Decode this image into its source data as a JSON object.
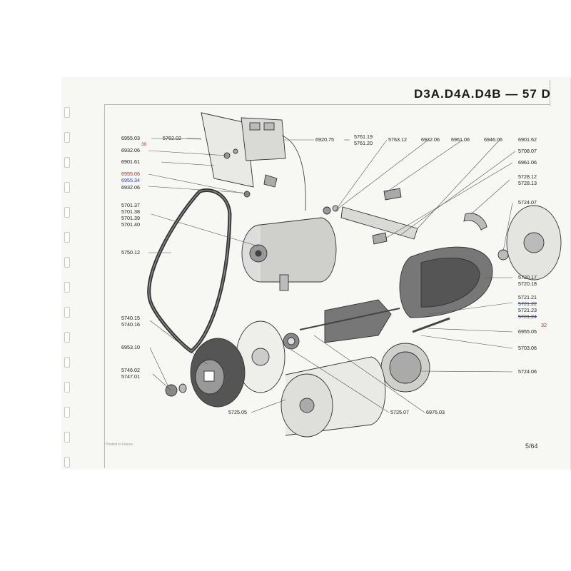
{
  "header": {
    "title": "D3A.D4A.D4B — 57 D"
  },
  "footer": {
    "printed": "Printed in France",
    "page": "5/64"
  },
  "labels_left": [
    {
      "id": "l1",
      "text": "6955.03"
    },
    {
      "id": "l2",
      "text": "5762.02"
    },
    {
      "id": "l3",
      "text": "6932.06",
      "note": "30"
    },
    {
      "id": "l4",
      "text": "6901.61"
    },
    {
      "id": "l5",
      "text": "6955.06",
      "note": "6955.34"
    },
    {
      "id": "l6",
      "text": "6932.06"
    },
    {
      "id": "l7a",
      "text": "5701.37"
    },
    {
      "id": "l7b",
      "text": "5701.38"
    },
    {
      "id": "l7c",
      "text": "5701.39"
    },
    {
      "id": "l7d",
      "text": "5701.40"
    },
    {
      "id": "l8",
      "text": "5750.12"
    },
    {
      "id": "l9a",
      "text": "5740.15"
    },
    {
      "id": "l9b",
      "text": "5740.16"
    },
    {
      "id": "l10",
      "text": "6953.10"
    },
    {
      "id": "l11a",
      "text": "5746.02"
    },
    {
      "id": "l11b",
      "text": "5747.01"
    }
  ],
  "labels_top": [
    {
      "id": "t1",
      "text": "6920.75"
    },
    {
      "id": "t2a",
      "text": "5761.19"
    },
    {
      "id": "t2b",
      "text": "5761.20"
    },
    {
      "id": "t3",
      "text": "5763.12"
    },
    {
      "id": "t4",
      "text": "6932.06"
    },
    {
      "id": "t5",
      "text": "6961.06"
    },
    {
      "id": "t6",
      "text": "6946.06"
    },
    {
      "id": "t7",
      "text": "6901.62"
    },
    {
      "id": "t8",
      "text": "5708.07"
    },
    {
      "id": "t9",
      "text": "6961.06"
    },
    {
      "id": "t10a",
      "text": "5728.12"
    },
    {
      "id": "t10b",
      "text": "5728.13"
    }
  ],
  "labels_right": [
    {
      "id": "r1",
      "text": "5724.07"
    },
    {
      "id": "r2a",
      "text": "5720.17"
    },
    {
      "id": "r2b",
      "text": "5720.18"
    },
    {
      "id": "r3a",
      "text": "5721.21"
    },
    {
      "id": "r3b",
      "text": "5721.22"
    },
    {
      "id": "r3c",
      "text": "5721.23"
    },
    {
      "id": "r3d",
      "text": "5721.24"
    },
    {
      "id": "r4",
      "text": "6955.05",
      "note": "32"
    },
    {
      "id": "r5",
      "text": "5703.06"
    },
    {
      "id": "r6",
      "text": "5724.06"
    }
  ],
  "labels_bottom": [
    {
      "id": "b1",
      "text": "5725.05"
    },
    {
      "id": "b2",
      "text": "5725.07"
    },
    {
      "id": "b3",
      "text": "6976.03"
    }
  ],
  "colors": {
    "ink": "#222222",
    "red_note": "#c0262d",
    "blue_note": "#2c46a8"
  }
}
